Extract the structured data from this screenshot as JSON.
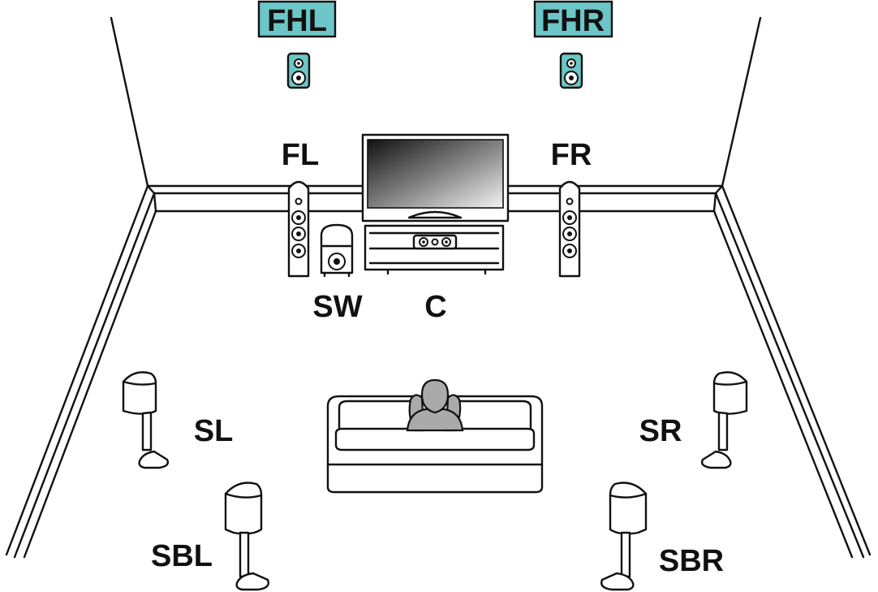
{
  "colors": {
    "highlight": "#6cc6c8",
    "line": "#111111",
    "background": "#ffffff",
    "listener": "#aaaaaa"
  },
  "speakers": {
    "fhl": "FHL",
    "fhr": "FHR",
    "fl": "FL",
    "fr": "FR",
    "sw": "SW",
    "c": "C",
    "sl": "SL",
    "sr": "SR",
    "sbl": "SBL",
    "sbr": "SBR"
  }
}
